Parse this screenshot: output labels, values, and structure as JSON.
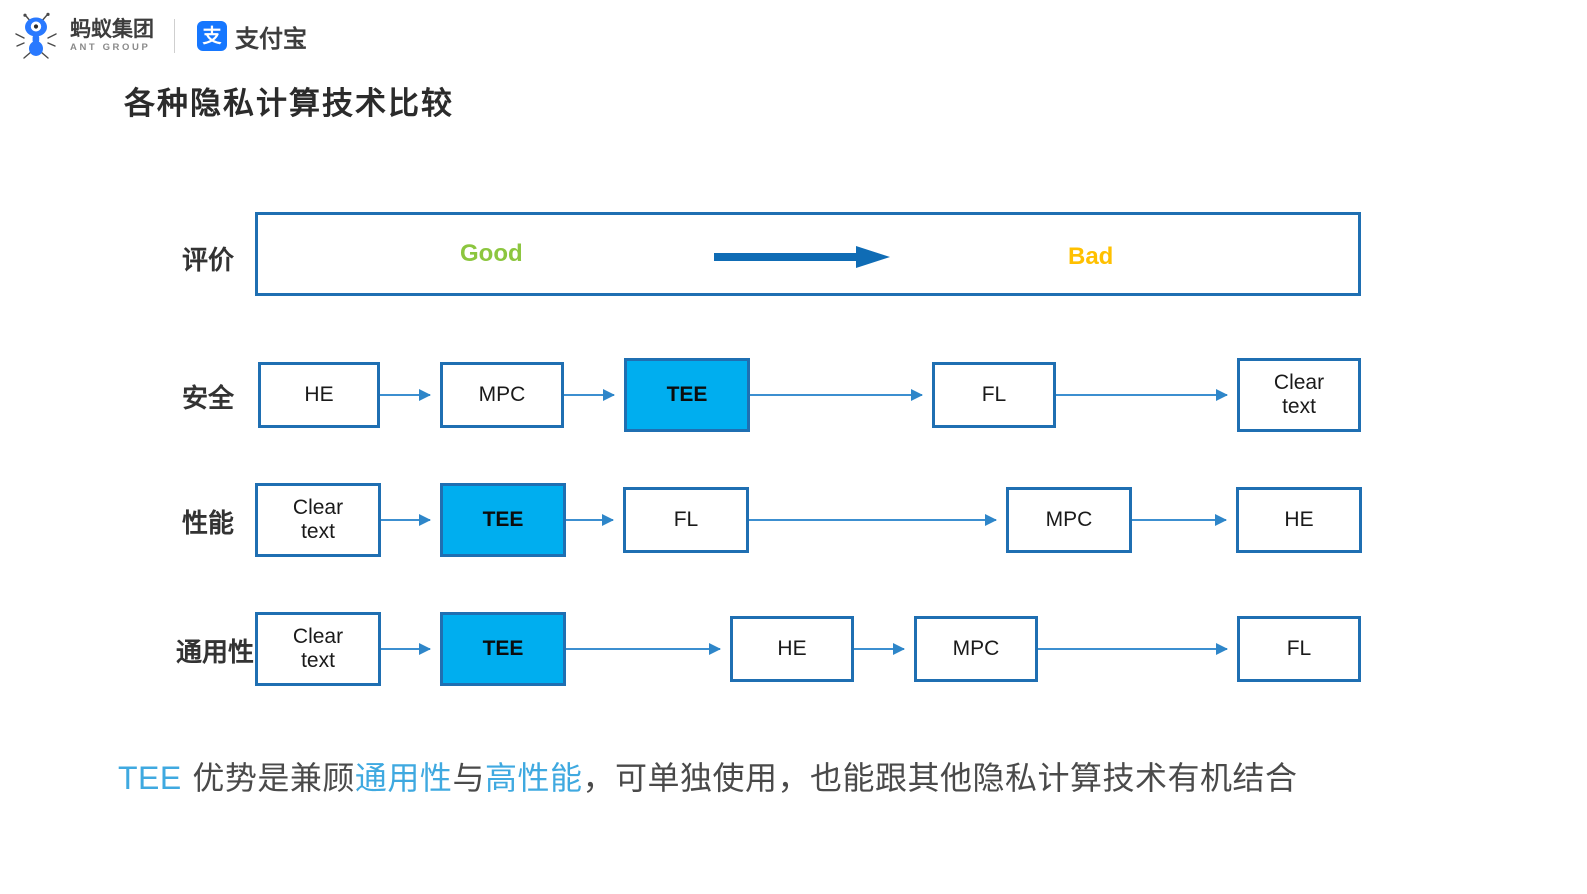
{
  "brand": {
    "ant_cn": "蚂蚁集团",
    "ant_en": "ANT GROUP",
    "alipay_glyph": "支",
    "alipay_cn": "支付宝"
  },
  "slide": {
    "title": "各种隐私计算技术比较"
  },
  "evaluation": {
    "row_label": "评价",
    "good_label": "Good",
    "bad_label": "Bad",
    "good_color": "#8CC63F",
    "bad_color": "#FFC000",
    "arrow_color": "#0F6CB5"
  },
  "colors": {
    "box_border": "#1F6FB2",
    "highlight_fill": "#00AEEF",
    "connector": "#3C8FD0",
    "caption_accent": "#3FA9E0"
  },
  "rows": [
    {
      "label": "安全",
      "nodes": [
        {
          "text": "HE",
          "highlight": false
        },
        {
          "text": "MPC",
          "highlight": false
        },
        {
          "text": "TEE",
          "highlight": true
        },
        {
          "text": "FL",
          "highlight": false
        },
        {
          "text": "Clear\ntext",
          "highlight": false
        }
      ]
    },
    {
      "label": "性能",
      "nodes": [
        {
          "text": "Clear\ntext",
          "highlight": false
        },
        {
          "text": "TEE",
          "highlight": true
        },
        {
          "text": "FL",
          "highlight": false
        },
        {
          "text": "MPC",
          "highlight": false
        },
        {
          "text": "HE",
          "highlight": false
        }
      ]
    },
    {
      "label": "通用性",
      "nodes": [
        {
          "text": "Clear\ntext",
          "highlight": false
        },
        {
          "text": "TEE",
          "highlight": true
        },
        {
          "text": "HE",
          "highlight": false
        },
        {
          "text": "MPC",
          "highlight": false
        },
        {
          "text": "FL",
          "highlight": false
        }
      ]
    }
  ],
  "caption": {
    "segments": [
      {
        "text": "TEE",
        "accent": true,
        "mono": true
      },
      {
        "text": " 优势是兼顾",
        "accent": false
      },
      {
        "text": "通用性",
        "accent": true
      },
      {
        "text": "与",
        "accent": false
      },
      {
        "text": "高性能",
        "accent": true
      },
      {
        "text": "，可单独使用，也能跟其他隐私计算技术有机结合",
        "accent": false
      }
    ]
  }
}
